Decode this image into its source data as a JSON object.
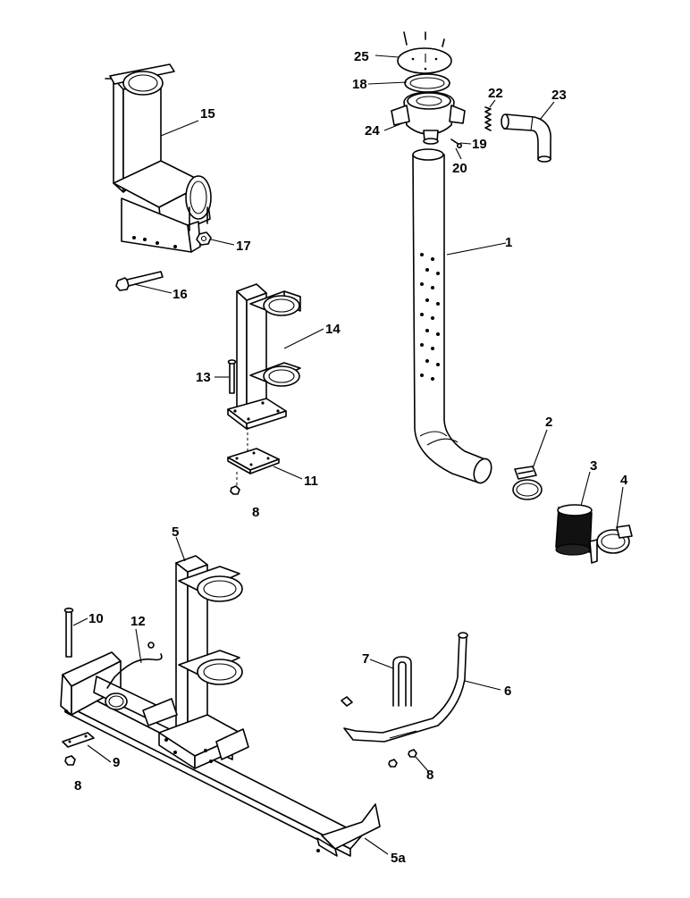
{
  "callouts": {
    "c25": "25",
    "c18": "18",
    "c22": "22",
    "c23": "23",
    "c24": "24",
    "c19": "19",
    "c20": "20",
    "c1": "1",
    "c15": "15",
    "c17": "17",
    "c16": "16",
    "c14": "14",
    "c13": "13",
    "c11": "11",
    "c8a": "8",
    "c2": "2",
    "c3": "3",
    "c4": "4",
    "c5": "5",
    "c10": "10",
    "c12": "12",
    "c7": "7",
    "c6": "6",
    "c9": "9",
    "c8b": "8",
    "c8c": "8",
    "c5a": "5a"
  }
}
